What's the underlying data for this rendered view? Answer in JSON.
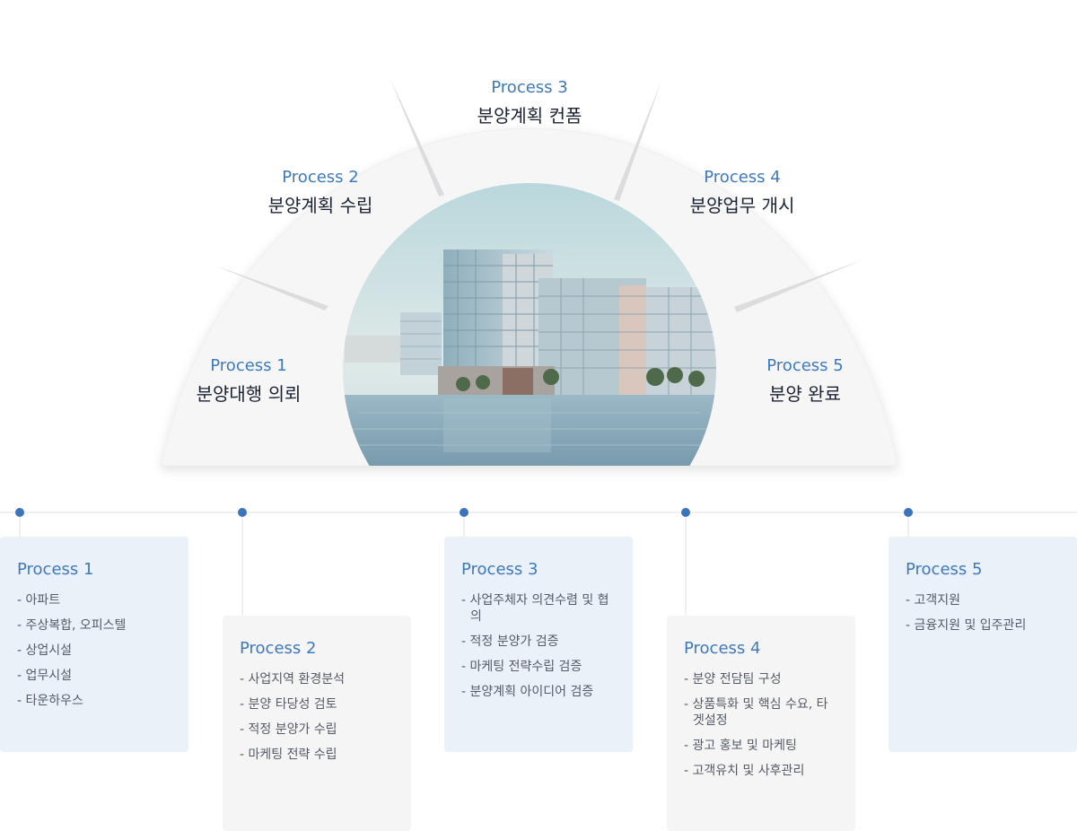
{
  "steps": [
    {
      "process": "Process 1",
      "title": "분양대행 의뢰"
    },
    {
      "process": "Process 2",
      "title": "분양계획 수립"
    },
    {
      "process": "Process 3",
      "title": "분양계획 컨폼"
    },
    {
      "process": "Process 4",
      "title": "분양업무 개시"
    },
    {
      "process": "Process 5",
      "title": "분양 완료"
    }
  ],
  "cards": [
    {
      "title": "Process 1",
      "items": [
        "- 아파트",
        "- 주상복합, 오피스텔",
        "- 상업시설",
        "- 업무시설",
        "- 타운하우스"
      ]
    },
    {
      "title": "Process 2",
      "items": [
        "- 사업지역 환경분석",
        "- 분양 타당성 검토",
        "- 적정 분양가 수립",
        "- 마케팅 전략 수립"
      ]
    },
    {
      "title": "Process 3",
      "items": [
        "- 사업주체자 의견수렴 및 협의",
        "- 적정 분양가 검증",
        "- 마케팅 전략수립 검증",
        "- 분양계획 아이디어 검증"
      ]
    },
    {
      "title": "Process 4",
      "items": [
        "- 분양 전담팀 구성",
        "- 상품특화 및 핵심 수요, 타겟설정",
        "- 광고 홍보 및 마케팅",
        "- 고객유치 및 사후관리"
      ]
    },
    {
      "title": "Process 5",
      "items": [
        "- 고객지원",
        "- 금융지원 및 입주관리"
      ]
    }
  ],
  "colors": {
    "accent": "#3f79bd",
    "dot": "#3b74b8",
    "card_blue": "#ebf1f8",
    "card_gray": "#f5f5f5"
  }
}
